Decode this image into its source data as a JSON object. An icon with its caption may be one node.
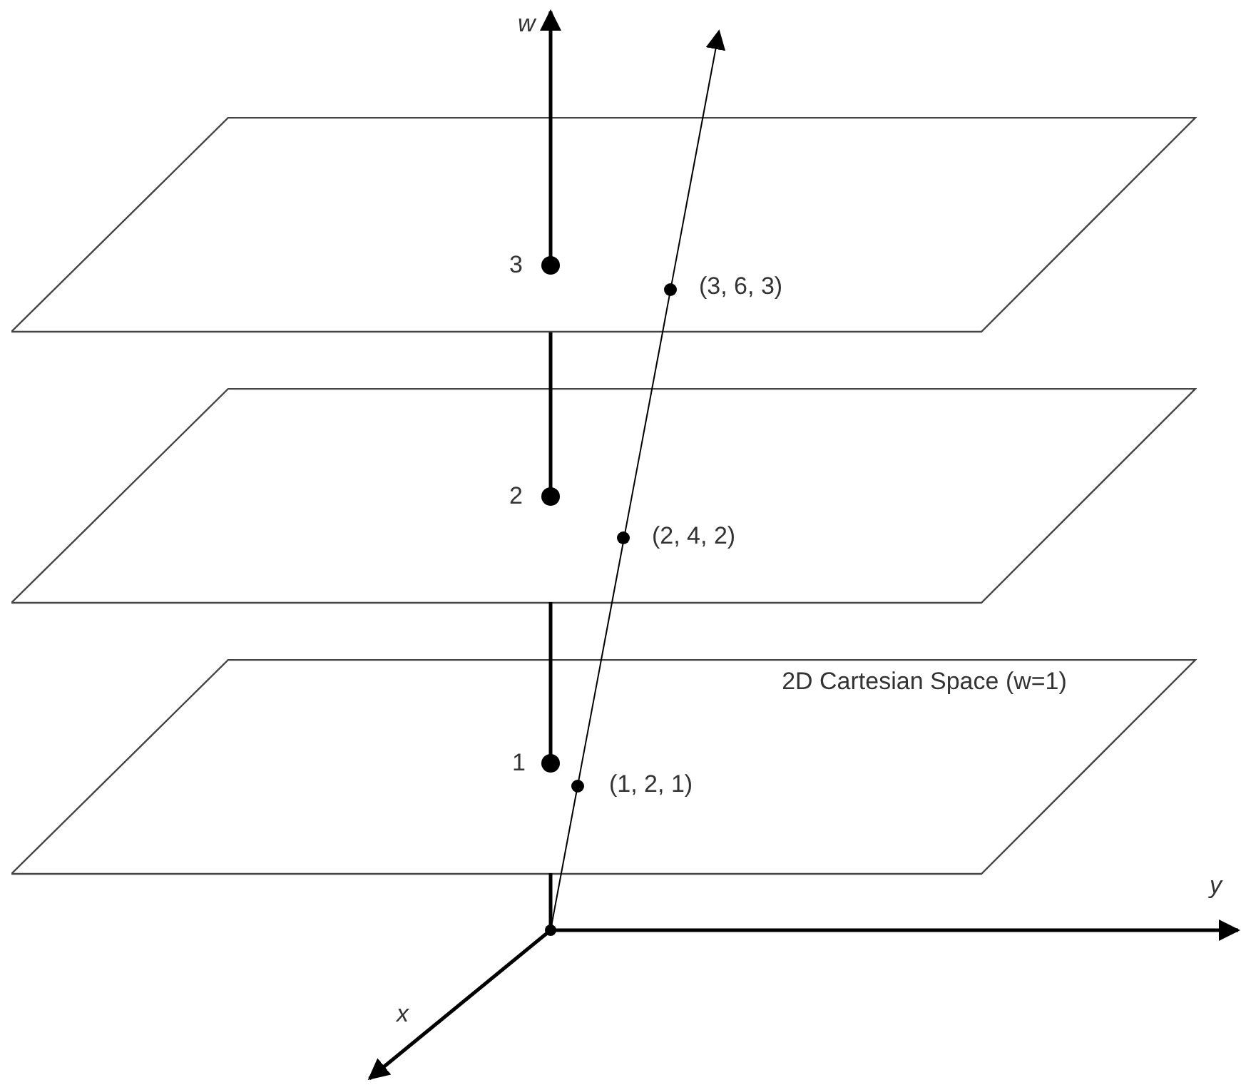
{
  "diagram": {
    "nodes": [
      {
        "text": [],
        "shape": "parallelogram"
      },
      {
        "text": [],
        "shape": "parallelogram"
      },
      {
        "text": [
          "2D Cartesian Space (w=1)"
        ]
      }
    ],
    "labels": [
      "w",
      "3",
      "(3, 6, 3)",
      "2",
      "(2, 4, 2)",
      "1",
      "(1, 2, 1)",
      "y",
      "x"
    ]
  }
}
